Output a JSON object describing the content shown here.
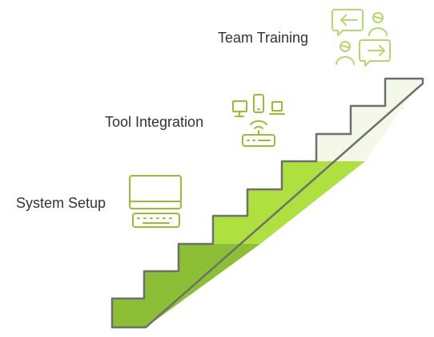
{
  "steps": [
    {
      "label": "System Setup",
      "icon": "computer-keyboard-icon"
    },
    {
      "label": "Tool Integration",
      "icon": "connected-devices-icon"
    },
    {
      "label": "Team Training",
      "icon": "team-communication-icon"
    }
  ],
  "colors": {
    "bottom_flight": "#8cbf35",
    "middle_flight": "#aee03f",
    "top_flight": "#f3f8e8",
    "outline": "#6f6f6f",
    "icon_stroke": "#93c12f",
    "icon_stroke_light": "#b4d86b",
    "label_text": "#333333"
  }
}
